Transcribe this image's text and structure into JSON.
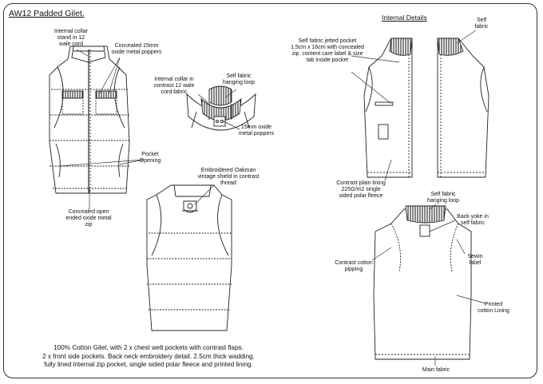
{
  "titles": {
    "main": "AW12 Padded Gilet.",
    "internal": "Internal Details"
  },
  "labels": {
    "internal_collar_stand": [
      "Internal collar",
      "stand in 12",
      "wale cord"
    ],
    "concealed_poppers": [
      "Concealed 15mm",
      "oxide metal poppers"
    ],
    "internal_collar_contrast": [
      "Internal collar in",
      "contrast 12 wale",
      "cord fabric"
    ],
    "self_fabric_hanging_loop_top": [
      "Self fabric",
      "hanging loop"
    ],
    "oxide_poppers": [
      "15mm oxide",
      "metal poppers"
    ],
    "pocket_opening": [
      "Pocket",
      "Opening"
    ],
    "embroidered_shield": [
      "Embroidered Oakman",
      "vintage shield in contrast",
      "thread"
    ],
    "concealed_zip": [
      "Concealed open",
      "ended oxide metal",
      "zip"
    ],
    "jetted_pocket": [
      "Self fabric jetted pocket",
      "1.5cm x 16cm with concealed",
      "zip. content care label & size",
      "tab inside pocket"
    ],
    "self_fabric_right": [
      "Self",
      "fabric"
    ],
    "contrast_lining": [
      "Contrast plain lining",
      "225G/m2 single",
      "sided polar fleece"
    ],
    "self_fabric_hanging_loop_back": [
      "Self fabric",
      "hanging loop"
    ],
    "back_yoke": [
      "Back yoke in",
      "self fabric"
    ],
    "contrast_piping": [
      "Contrast cotton",
      "pipping"
    ],
    "sewin_label": [
      "Sewin",
      "label"
    ],
    "printed_lining": [
      "Printed",
      "cotton Lining"
    ],
    "main_fabric": [
      "Main fabric"
    ]
  },
  "description": [
    "100% Cotton Gilet, with 2 x chest welt pockets with contrast flaps.",
    "2 x front side pockets. Back neck embroidery detail. 2.5cm thick wadding.",
    "fully lined internal zip pocket, single sided polar fleece and printed lining."
  ]
}
